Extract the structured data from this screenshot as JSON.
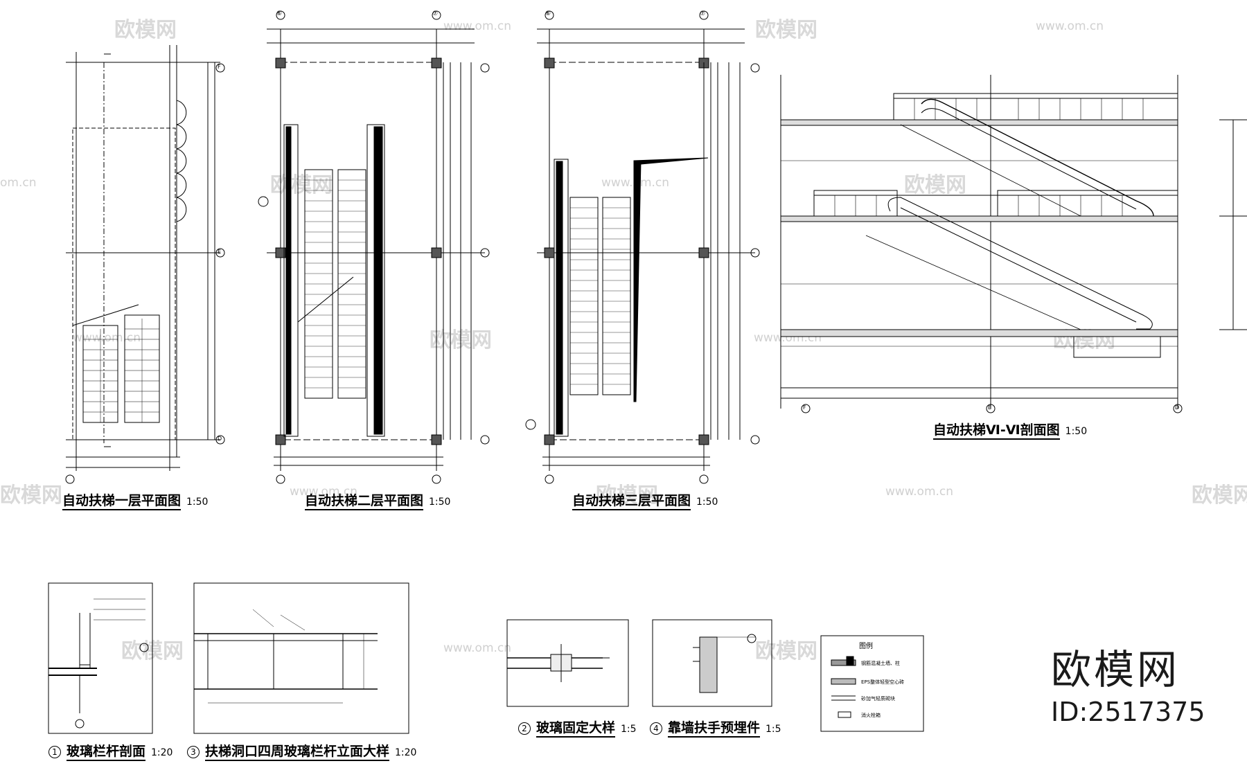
{
  "watermark": {
    "brand": "欧模网",
    "url": "www.om.cn",
    "url_edge": "om.cn"
  },
  "drawings": {
    "plan1": {
      "title": "自动扶梯一层平面图",
      "scale": "1:50"
    },
    "plan2": {
      "title": "自动扶梯二层平面图",
      "scale": "1:50"
    },
    "plan3": {
      "title": "自动扶梯三层平面图",
      "scale": "1:50"
    },
    "section": {
      "title": "自动扶梯Ⅵ-Ⅵ剖面图",
      "scale": "1:50"
    },
    "detail1": {
      "number": "1",
      "title": "玻璃栏杆剖面",
      "scale": "1:20"
    },
    "detail3": {
      "number": "3",
      "title": "扶梯洞口四周玻璃栏杆立面大样",
      "scale": "1:20"
    },
    "detail2": {
      "number": "2",
      "title": "玻璃固定大样",
      "scale": "1:5"
    },
    "detail4": {
      "number": "4",
      "title": "靠墙扶手预埋件",
      "scale": "1:5"
    }
  },
  "legend": {
    "title": "图例",
    "items": [
      "钢筋混凝土墙、柱",
      "EPS整体轻型空心砖",
      "砂加气轻质砌块",
      "消火栓箱"
    ]
  },
  "axes": {
    "plan1": [
      "F",
      "E",
      "D"
    ],
    "plan2_top": [
      "⑥",
      "⑦"
    ],
    "plan3_top": [
      "⑥",
      "⑦"
    ],
    "section": [
      "F",
      "E",
      "D"
    ]
  },
  "brand_stamp": {
    "name": "欧模网",
    "id": "ID:2517375"
  },
  "colors": {
    "line": "#000000",
    "watermark": "#d9d9d9",
    "background": "#ffffff"
  }
}
